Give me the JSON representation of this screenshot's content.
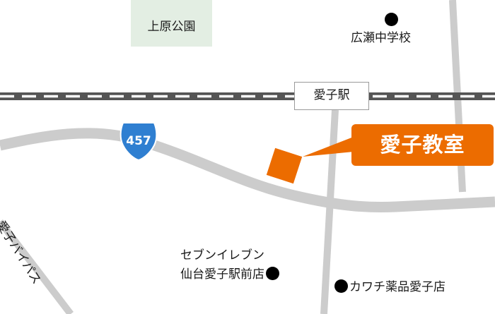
{
  "park": {
    "label": "上原公園"
  },
  "school": {
    "label": "広瀬中学校"
  },
  "station": {
    "label": "愛子駅"
  },
  "route_shield": {
    "number": "457"
  },
  "destination": {
    "label": "愛子教室"
  },
  "bypass": {
    "label": "愛子バイパス"
  },
  "seven_eleven": {
    "line1": "セブンイレブン",
    "line2": "仙台愛子駅前店"
  },
  "kawachi": {
    "label": "カワチ薬品愛子店"
  },
  "colors": {
    "accent": "#ec6c00",
    "road": "#cccccc",
    "rail": "#555555",
    "park": "#e3eee3",
    "shield": "#2f7fd1"
  },
  "icons": {
    "poi_marker": "black-dot-icon",
    "destination_marker": "orange-square-icon",
    "route_shield": "route-shield-icon"
  }
}
